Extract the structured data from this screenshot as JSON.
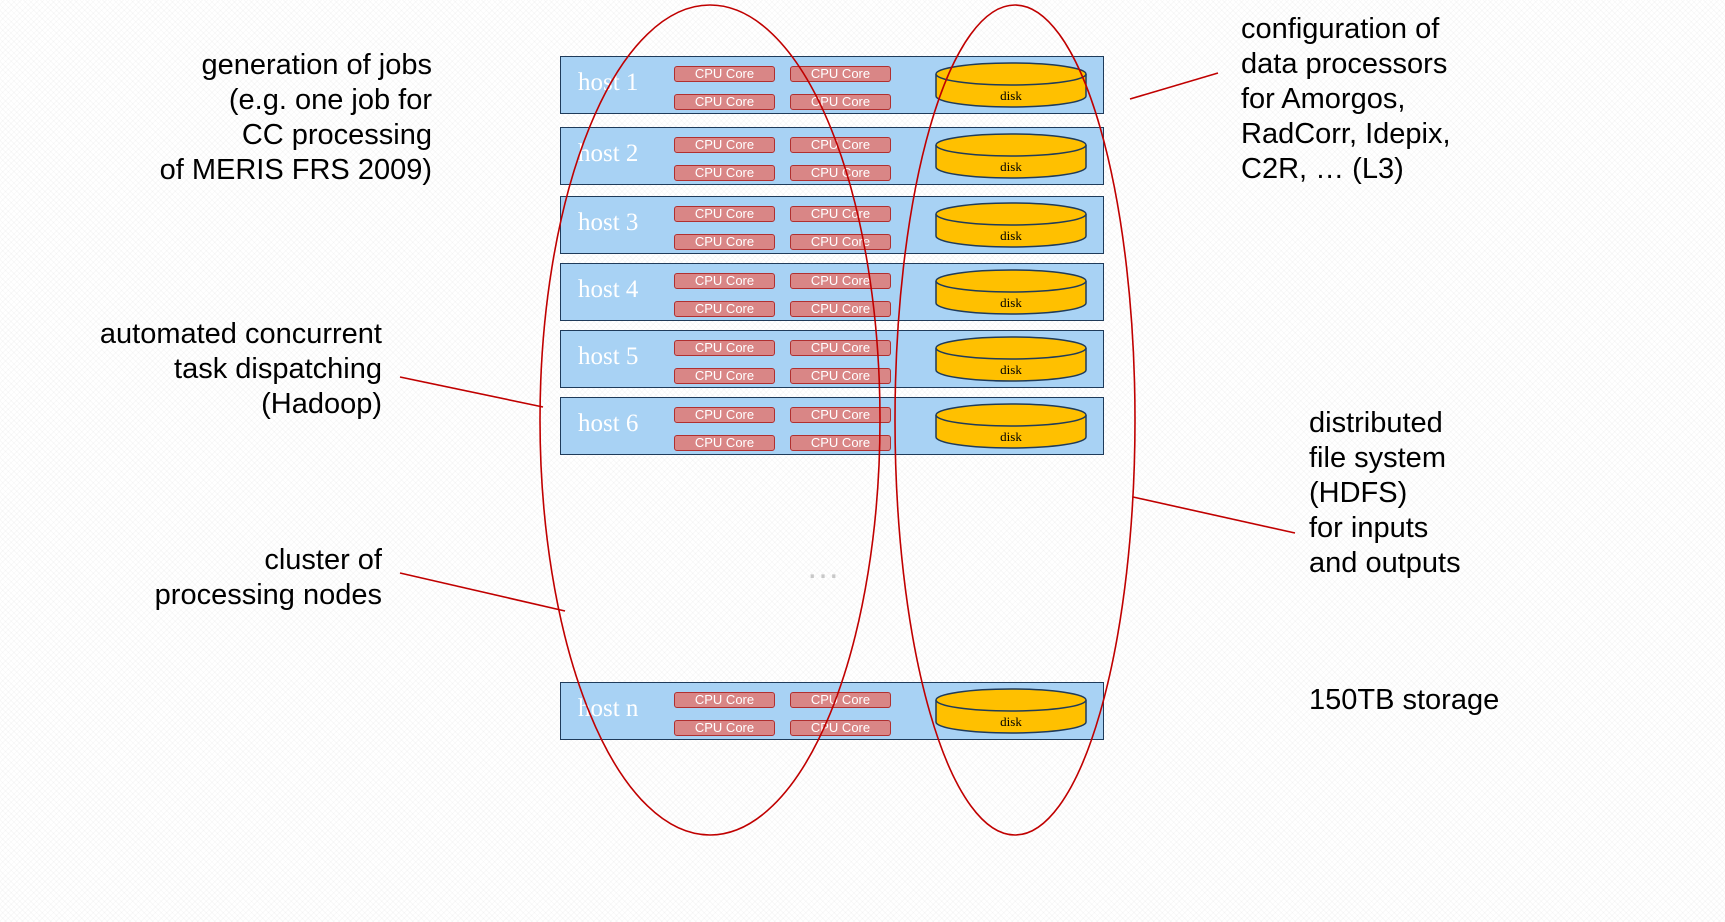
{
  "labels": {
    "jobs": [
      "generation of jobs",
      "(e.g. one job for",
      "CC processing",
      "of MERIS FRS 2009)"
    ],
    "dispatch": [
      "automated concurrent",
      "task dispatching",
      "(Hadoop)"
    ],
    "cluster": [
      "cluster of",
      "processing nodes"
    ],
    "config": [
      "configuration of",
      "data processors",
      "for Amorgos,",
      "RadCorr, Idepix,",
      "C2R, … (L3)"
    ],
    "hdfs": [
      "distributed",
      "file system",
      "(HDFS)",
      "for inputs",
      "and outputs"
    ],
    "storage": "150TB storage"
  },
  "core_label": "CPU Core",
  "disk_label": "disk",
  "ellipsis": "…",
  "hosts": [
    {
      "name": "host 1"
    },
    {
      "name": "host 2"
    },
    {
      "name": "host 3"
    },
    {
      "name": "host 4"
    },
    {
      "name": "host 5"
    },
    {
      "name": "host 6"
    },
    {
      "name": "host n"
    }
  ],
  "colors": {
    "host_fill": "#a8d2f4",
    "core_fill": "#d98686",
    "disk_fill": "#ffc000",
    "annotation": "#c00000"
  }
}
